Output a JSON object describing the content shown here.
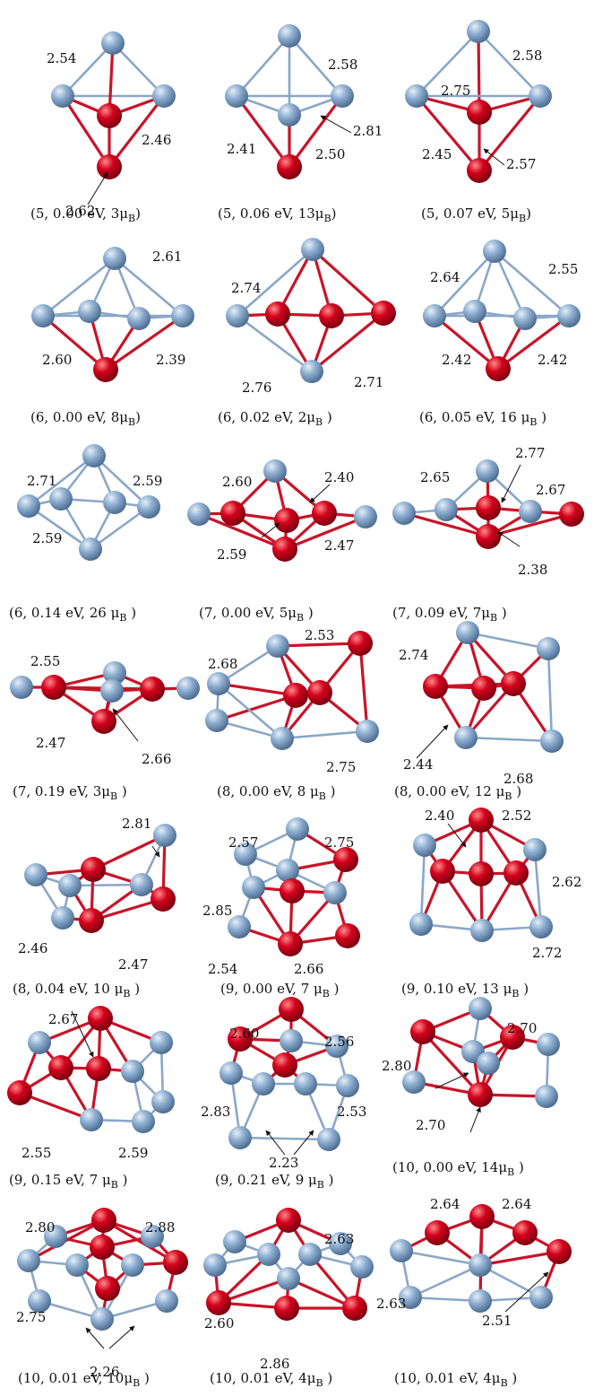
{
  "colors": {
    "atom_a": "#7fa6cc",
    "atom_b": "#c4001a",
    "bond_a": "#8aa7c8",
    "bond_b": "#c81428"
  },
  "panels": [
    {
      "caption": {
        "n": "5",
        "energy": "0.00 eV",
        "moment": "3",
        "tail": ")"
      },
      "labels": [
        "2.54",
        "2.46",
        "2.62"
      ]
    },
    {
      "caption": {
        "n": "5",
        "energy": "0.06 eV",
        "moment": "13",
        "tail": ")"
      },
      "labels": [
        "2.58",
        "2.81",
        "2.41",
        "2.50"
      ]
    },
    {
      "caption": {
        "n": "5",
        "energy": "0.07 eV",
        "moment": "5",
        "tail": ")"
      },
      "labels": [
        "2.58",
        "2.75",
        "2.45",
        "2.57"
      ]
    },
    {
      "caption": {
        "n": "6",
        "energy": "0.00 eV",
        "moment": "8",
        "tail": ")"
      },
      "labels": [
        "2.61",
        "2.60",
        "2.39"
      ]
    },
    {
      "caption": {
        "n": "6",
        "energy": "0.02 eV",
        "moment": "2",
        "tail": " )"
      },
      "labels": [
        "2.74",
        "2.76",
        "2.71"
      ]
    },
    {
      "caption": {
        "n": "6",
        "energy": "0.05 eV",
        "moment": "16 ",
        "tail": " )"
      },
      "labels": [
        "2.64",
        "2.55",
        "2.42",
        "2.42"
      ]
    },
    {
      "caption": {
        "n": "6",
        "energy": "0.14 eV",
        "moment": "26 ",
        "tail": "  )"
      },
      "labels": [
        "2.71",
        "2.59",
        "2.59"
      ]
    },
    {
      "caption": {
        "n": "7",
        "energy": "0.00 eV",
        "moment": "5",
        "tail": " )"
      },
      "labels": [
        "2.60",
        "2.40",
        "2.59",
        "2.47"
      ]
    },
    {
      "caption": {
        "n": "7",
        "energy": "0.09 eV",
        "moment": "7",
        "tail": " )"
      },
      "labels": [
        "2.65",
        "2.77",
        "2.67",
        "2.38"
      ]
    },
    {
      "caption": {
        "n": "7",
        "energy": "0.19 eV",
        "moment": "3",
        "tail": " )"
      },
      "labels": [
        "2.55",
        "2.47",
        "2.66"
      ]
    },
    {
      "caption": {
        "n": "8",
        "energy": "0.00 eV",
        "moment": "8 ",
        "tail": " )"
      },
      "labels": [
        "2.53",
        "2.68",
        "2.75"
      ]
    },
    {
      "caption": {
        "n": "8",
        "energy": "0.00 eV",
        "moment": "12 ",
        "tail": " )"
      },
      "labels": [
        "2.74",
        "2.44",
        "2.68"
      ]
    },
    {
      "caption": {
        "n": "8",
        "energy": "0.04 eV",
        "moment": "10 ",
        "tail": " )"
      },
      "labels": [
        "2.81",
        "2.46",
        "2.47"
      ]
    },
    {
      "caption": {
        "n": "9",
        "energy": "0.00 eV",
        "moment": "7 ",
        "tail": " )"
      },
      "labels": [
        "2.57",
        "2.75",
        "2.85",
        "2.54",
        "2.66"
      ]
    },
    {
      "caption": {
        "n": "9",
        "energy": "0.10 eV",
        "moment": "13 ",
        "tail": " )"
      },
      "labels": [
        "2.40",
        "2.52",
        "2.62",
        "2.72"
      ]
    },
    {
      "caption": {
        "n": "9",
        "energy": "0.15 eV",
        "moment": "7 ",
        "tail": " )"
      },
      "labels": [
        "2.67",
        "2.55",
        "2.59"
      ]
    },
    {
      "caption": {
        "n": "9",
        "energy": "0.21 eV",
        "moment": "9 ",
        "tail": " )"
      },
      "labels": [
        "2.60",
        "2.56",
        "2.83",
        "2.53",
        "2.23"
      ]
    },
    {
      "caption": {
        "n": "10",
        "energy": "0.00 eV",
        "moment": "14",
        "tail": "  )"
      },
      "labels": [
        "2.70",
        "2.80",
        "2.70"
      ]
    },
    {
      "caption": {
        "n": "10",
        "energy": "0.01 eV",
        "moment": "10",
        "tail": "  )"
      },
      "labels": [
        "2.80",
        "2.88",
        "2.75",
        "2.26"
      ]
    },
    {
      "caption": {
        "n": "10",
        "energy": "0.01 eV",
        "moment": "4",
        "tail": "  )"
      },
      "labels": [
        "2.63",
        "2.60",
        "2.86"
      ]
    },
    {
      "caption": {
        "n": "10",
        "energy": "0.01 eV",
        "moment": "4",
        "tail": "  )"
      },
      "labels": [
        "2.64",
        "2.64",
        "2.63",
        "2.51"
      ]
    }
  ]
}
